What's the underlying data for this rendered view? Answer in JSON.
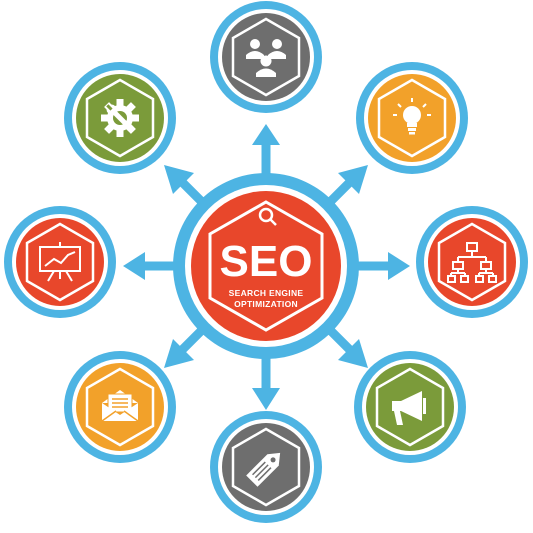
{
  "center": {
    "title": "SEO",
    "subtitle_line1": "SEARCH ENGINE",
    "subtitle_line2": "OPTIMIZATION",
    "icon": "magnifier-icon",
    "color": "#E8472B"
  },
  "colors": {
    "ring": "#4DB4E3",
    "arrow": "#4DB4E3",
    "gray": "#6E6E6E",
    "orange": "#F2A12A",
    "red": "#E8472B",
    "green": "#7B9B3A"
  },
  "nodes": [
    {
      "id": "users",
      "icon": "users-group-icon",
      "color": "#6E6E6E"
    },
    {
      "id": "idea",
      "icon": "lightbulb-icon",
      "color": "#F2A12A"
    },
    {
      "id": "sitemap",
      "icon": "sitemap-icon",
      "color": "#E8472B"
    },
    {
      "id": "marketing",
      "icon": "megaphone-icon",
      "color": "#7B9B3A"
    },
    {
      "id": "tag",
      "icon": "price-tag-icon",
      "color": "#6E6E6E"
    },
    {
      "id": "email",
      "icon": "envelope-icon",
      "color": "#F2A12A"
    },
    {
      "id": "analytics",
      "icon": "presentation-chart-icon",
      "color": "#E8472B"
    },
    {
      "id": "settings",
      "icon": "gear-wrench-icon",
      "color": "#7B9B3A"
    }
  ]
}
